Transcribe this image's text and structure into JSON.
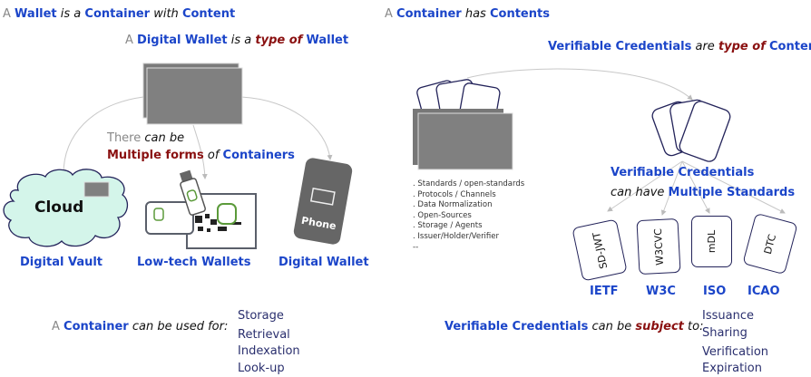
{
  "left": {
    "heading": {
      "a": "A",
      "wallet": "Wallet",
      "is_a": "is a",
      "container": "Container",
      "with": "with",
      "content": "Content"
    },
    "subheading": {
      "a": "A",
      "digital_wallet": "Digital Wallet",
      "is_a": "is a",
      "type_of": "type of",
      "wallet": "Wallet"
    },
    "forms": {
      "there": "There",
      "can_be": "can be",
      "multiple_forms": "Multiple forms",
      "of": "of",
      "containers": "Containers"
    },
    "cloud_text": "Cloud",
    "phone_text": "Phone",
    "labels": [
      "Digital Vault",
      "Low-tech Wallets",
      "Digital Wallet"
    ],
    "uses": {
      "a": "A",
      "container": "Container",
      "can_be_used_for": "can be used for:",
      "items": [
        "Storage",
        "Retrieval",
        "Indexation",
        "Look-up"
      ]
    }
  },
  "right": {
    "heading": {
      "a": "A",
      "container": "Container",
      "has": "has",
      "contents": "Contents"
    },
    "subheading": {
      "vc": "Verifiable Credentials",
      "are": "are",
      "type_of": "type of",
      "content": "Content"
    },
    "container_items": [
      ". Standards / open-standards",
      ". Protocols / Channels",
      ". Data Normalization",
      ". Open-Sources",
      ". Storage / Agents",
      ". Issuer/Holder/Verifier",
      "--"
    ],
    "standards_caption": {
      "vc": "Verifiable Credentials",
      "can_have": "can have",
      "multiple_standards": "Multiple Standards"
    },
    "standards": [
      {
        "card": "SD-JWT",
        "org": "IETF"
      },
      {
        "card": "W3CVC",
        "org": "W3C"
      },
      {
        "card": "mDL",
        "org": "ISO"
      },
      {
        "card": "DTC",
        "org": "ICAO"
      }
    ],
    "subject": {
      "vc": "Verifiable Credentials",
      "can_be": "can be",
      "subject": "subject",
      "to": "to:",
      "items": [
        "Issuance",
        "Sharing",
        "Verification",
        "Expiration"
      ]
    }
  },
  "colors": {
    "blue": "#1b45c9",
    "red": "#8a1010",
    "gray": "#808080",
    "cloud": "#d4f5ea"
  }
}
